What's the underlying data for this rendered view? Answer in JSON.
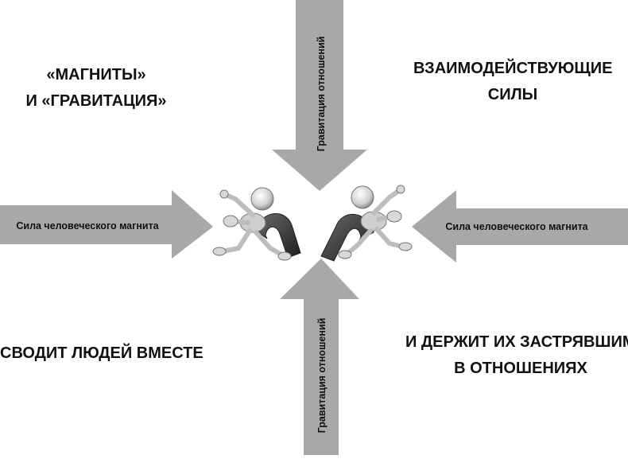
{
  "corners": {
    "top_left": [
      "«МАГНИТЫ»",
      "И «ГРАВИТАЦИЯ»"
    ],
    "top_right": [
      "ВЗАИМОДЕЙСТВУЮЩИЕ",
      "СИЛЫ"
    ],
    "bottom_left": [
      "СВОДИТ ЛЮДЕЙ ВМЕСТЕ"
    ],
    "bottom_right": [
      "И ДЕРЖИТ ИХ ЗАСТРЯВШИМИ",
      "В ОТНОШЕНИЯХ"
    ]
  },
  "arrows": {
    "top": "Гравитация отношений",
    "bottom": "Гравитация отношений",
    "left": "Сила человеческого магнита",
    "right": "Сила человеческого магнита"
  },
  "colors": {
    "arrow_fill": "#a8a8a8",
    "figure": "#d6d6d6",
    "magnet": "#3a3a3a"
  }
}
